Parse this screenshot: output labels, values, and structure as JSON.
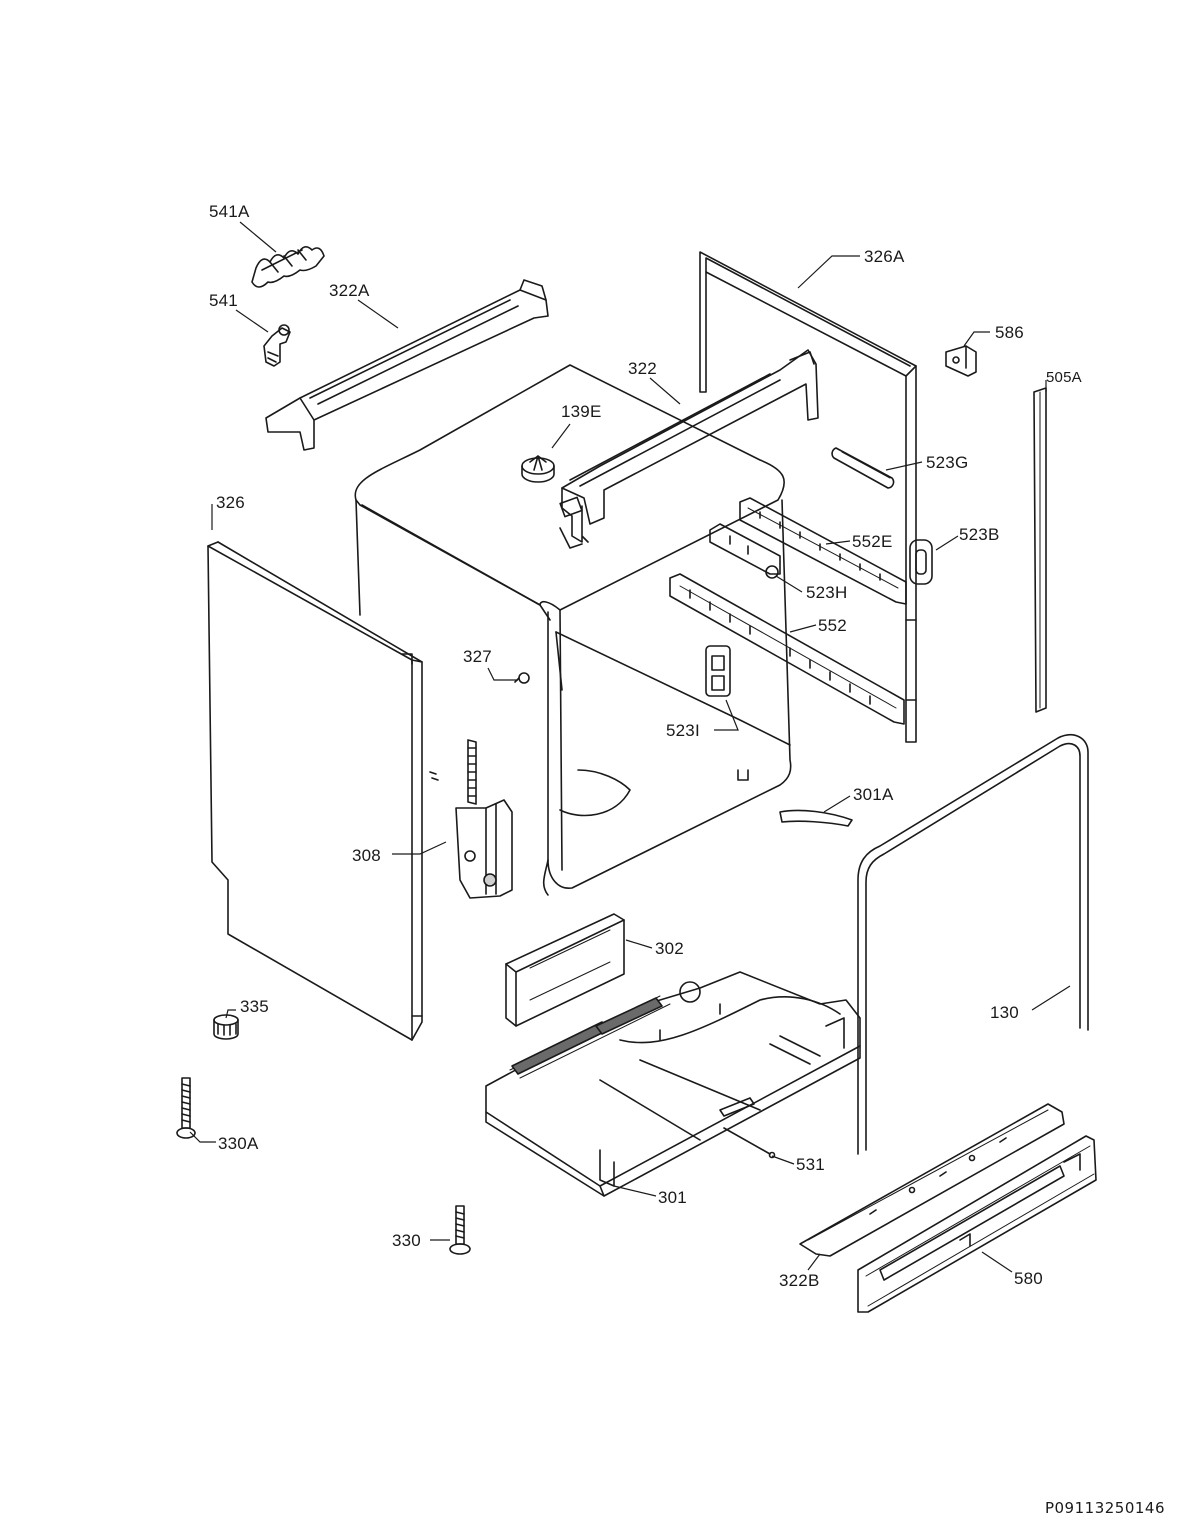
{
  "labels": {
    "p541A": "541A",
    "p541": "541",
    "p322A": "322A",
    "p326A": "326A",
    "p586": "586",
    "p505A": "505A",
    "p322": "322",
    "p139E": "139E",
    "p523G": "523G",
    "p523B": "523B",
    "p552E": "552E",
    "p523H": "523H",
    "p552": "552",
    "p326": "326",
    "p327": "327",
    "p523I": "523I",
    "p301A": "301A",
    "p308": "308",
    "p302": "302",
    "p130": "130",
    "p335": "335",
    "p330A": "330A",
    "p531": "531",
    "p301": "301",
    "p330": "330",
    "p322B": "322B",
    "p580": "580"
  },
  "document_id": "P09113250146"
}
